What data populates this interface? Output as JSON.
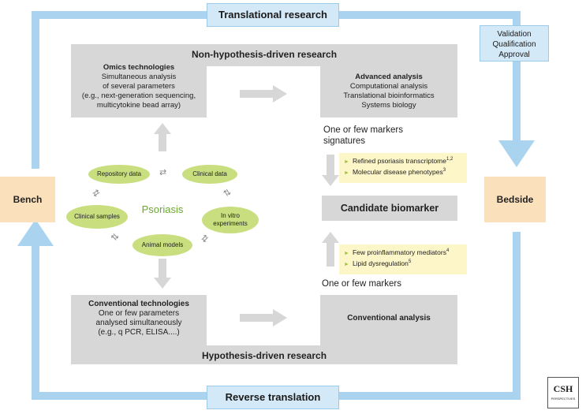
{
  "loop": {
    "top_label": "Translational research",
    "bottom_label": "Reverse translation",
    "left_label": "Bench",
    "right_label": "Bedside",
    "validation_lines": [
      "Validation",
      "Qualification",
      "Approval"
    ],
    "color": "#a9d3ef"
  },
  "upper": {
    "title": "Non-hypothesis-driven research",
    "omics_title": "Omics technologies",
    "omics_lines": [
      "Simultaneous analysis",
      "of several parameters",
      "(e.g., next-generation sequencing,",
      "multicytokine bead array)"
    ],
    "advanced_title": "Advanced analysis",
    "advanced_lines": [
      "Computational analysis",
      "Translational bioinformatics",
      "Systems biology"
    ]
  },
  "lower": {
    "title": "Hypothesis-driven research",
    "conv_title": "Conventional technologies",
    "conv_lines": [
      "One or few parameters",
      "analysed simultaneously",
      "(e.g., q PCR, ELISA....)"
    ],
    "conv_analysis": "Conventional analysis"
  },
  "center": {
    "label": "Psoriasis",
    "sources": [
      "Repository data",
      "Clinical data",
      "Clinical samples",
      "In vitro experiments",
      "Animal models"
    ],
    "label_color": "#6aa82e"
  },
  "right_column": {
    "markers_signatures": [
      "One or few markers",
      "signatures"
    ],
    "upper_notes": [
      {
        "text": "Refined psoriasis transcriptome",
        "sup": "1,2"
      },
      {
        "text": "Molecular disease phenotypes",
        "sup": "3"
      }
    ],
    "candidate": "Candidate biomarker",
    "lower_notes": [
      {
        "text": "Few proinflammatory mediators",
        "sup": "4"
      },
      {
        "text": "Lipid dysregulation",
        "sup": "5"
      }
    ],
    "markers": "One or few markers"
  },
  "logo": {
    "lines": [
      "CSH",
      "PERSPECTIVES"
    ]
  }
}
